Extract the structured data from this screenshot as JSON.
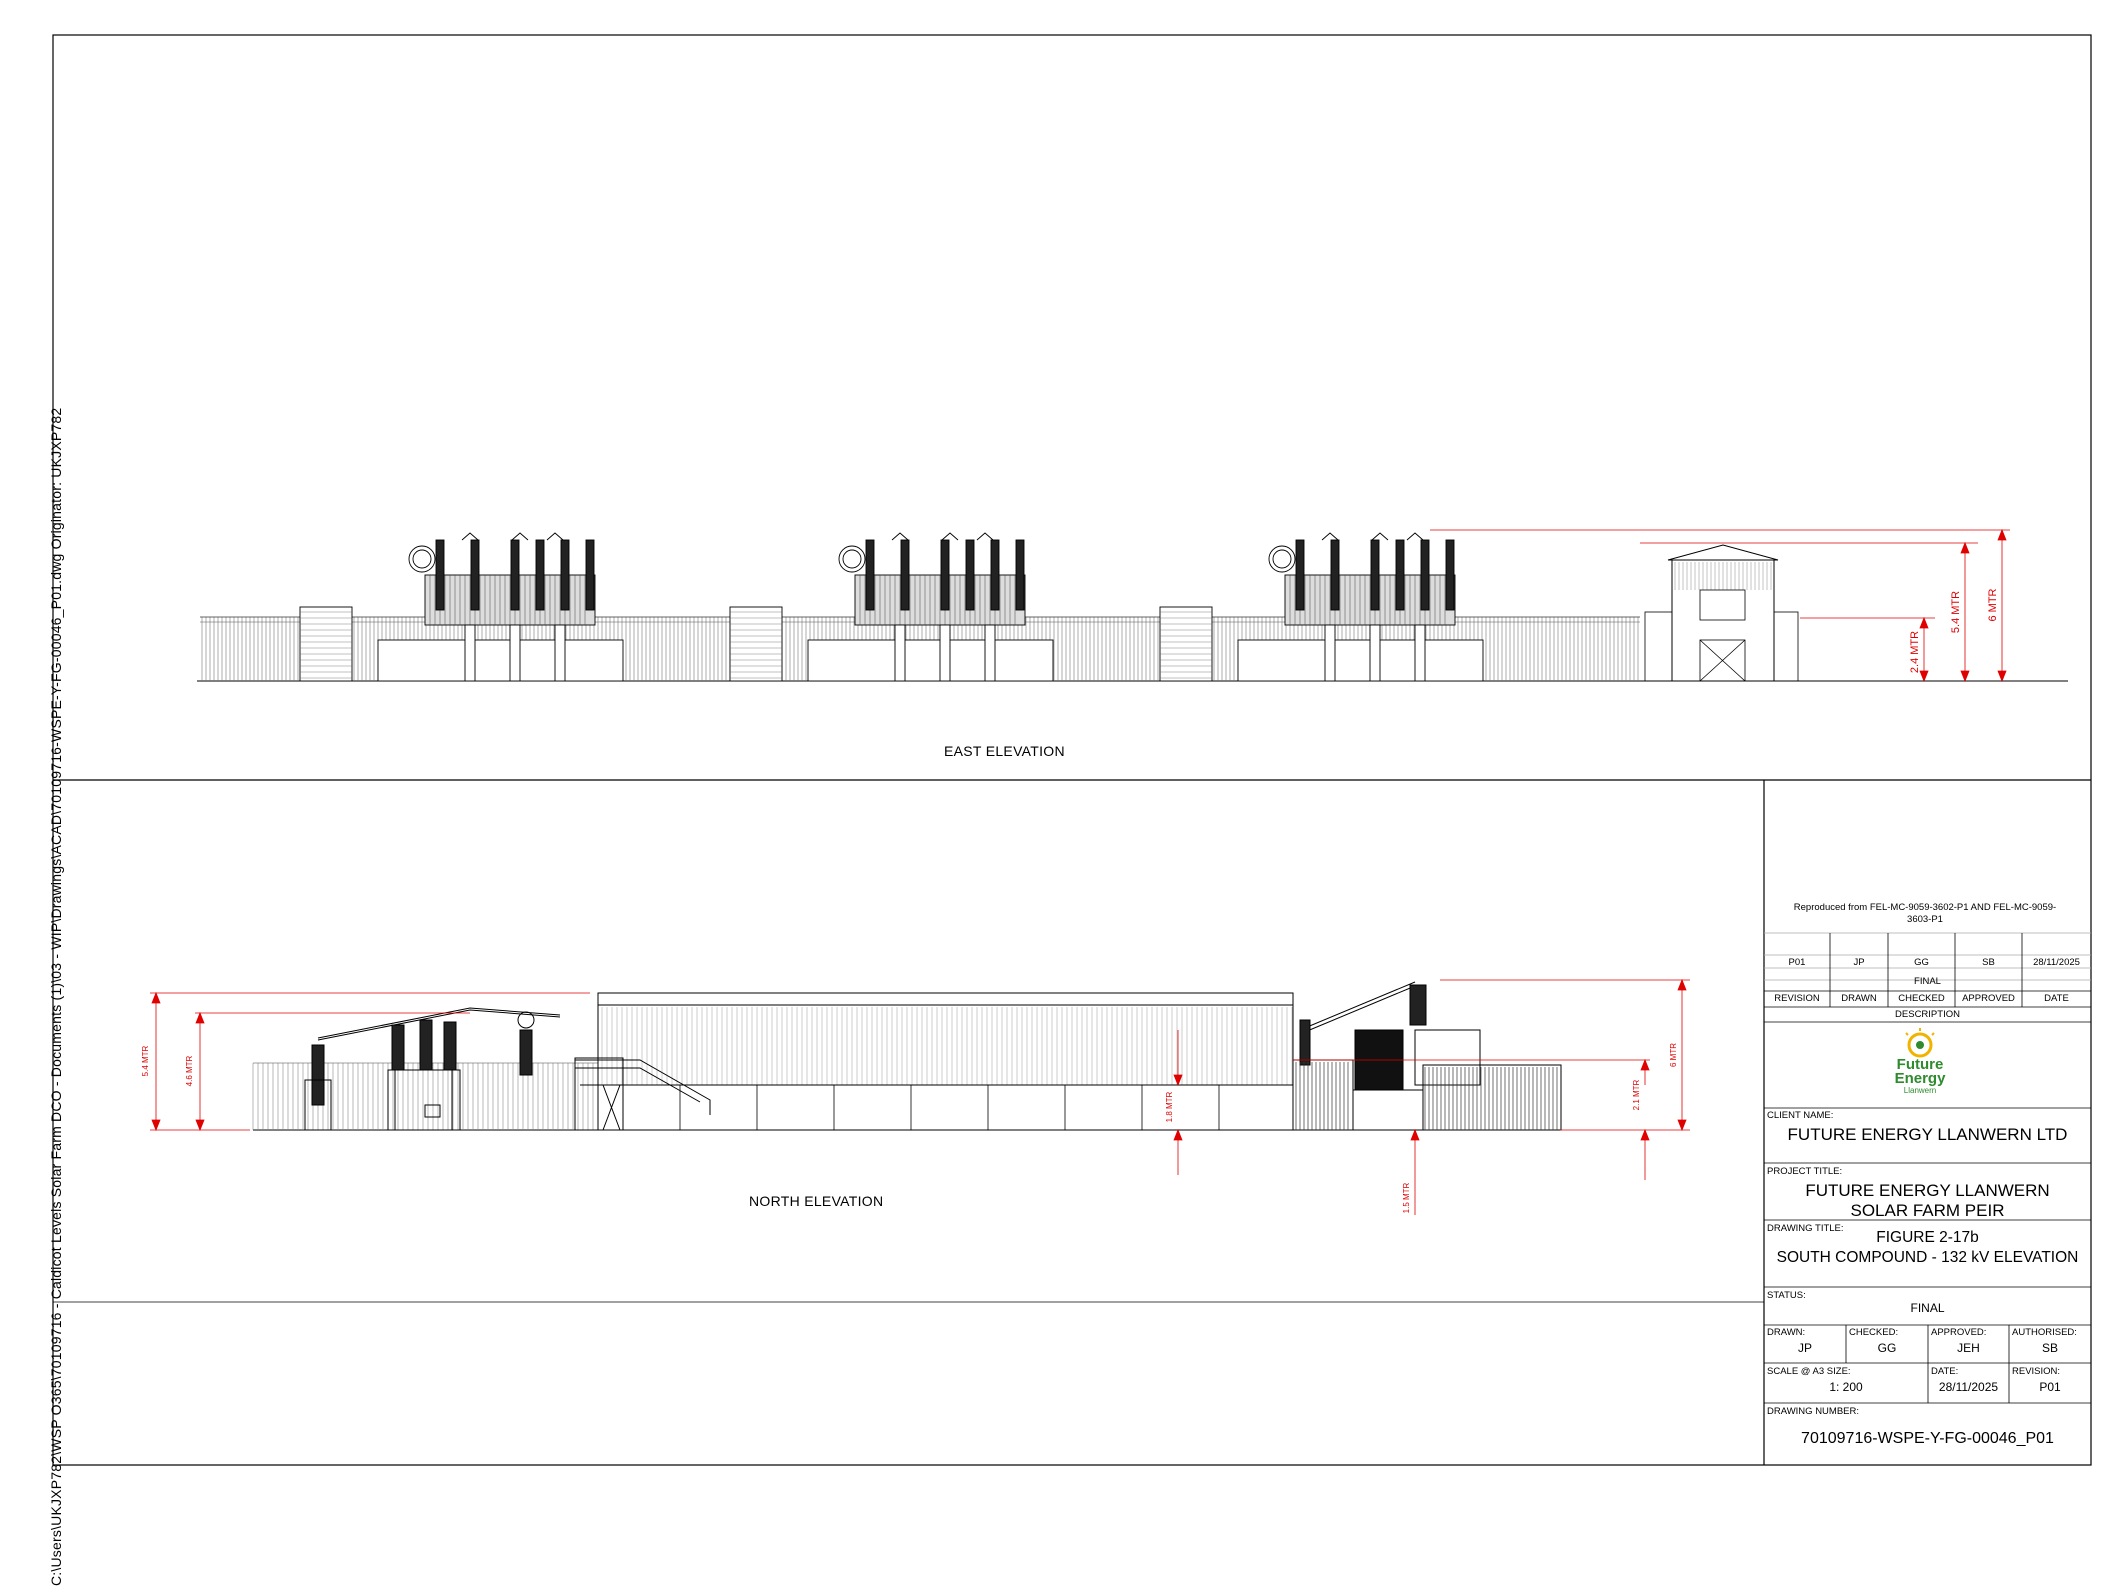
{
  "side_path": "C:\\Users\\UKJXP782\\WSP O365\\70109716 - Caldicot Levels Solar Farm DCO - Documents (1)\\03 - WIP\\Drawings\\ACAD\\70109716-WSPE-Y-FG-00046_P01.dwg     Originator: UKJXP782",
  "east_elevation": {
    "title": "EAST ELEVATION",
    "dims": [
      "2.4 MTR",
      "5.4 MTR",
      "6 MTR"
    ]
  },
  "north_elevation": {
    "title": "NORTH ELEVATION",
    "dims": [
      "5.4 MTR",
      "4.6 MTR",
      "1.8 MTR",
      "1.5 MTR",
      "2.1 MTR",
      "6 MTR"
    ]
  },
  "title_block": {
    "note": "Reproduced from FEL-MC-9059-3602-P1 AND FEL-MC-9059-3603-P1",
    "revision_row": {
      "revision": "P01",
      "drawn": "JP",
      "checked": "GG",
      "approved": "SB",
      "date": "28/11/2025"
    },
    "revision_description": "FINAL",
    "revision_headers": [
      "REVISION",
      "DRAWN",
      "CHECKED",
      "APPROVED",
      "DATE"
    ],
    "description_label": "DESCRIPTION",
    "logo_line1": "Future",
    "logo_line2": "Energy",
    "logo_line3": "Llanwern",
    "client_label": "CLIENT NAME:",
    "client_name": "FUTURE ENERGY LLANWERN LTD",
    "project_label": "PROJECT TITLE:",
    "project_line1": "FUTURE ENERGY LLANWERN",
    "project_line2": "SOLAR FARM PEIR",
    "drawing_title_label": "DRAWING TITLE:",
    "drawing_title_line1": "FIGURE 2-17b",
    "drawing_title_line2": "SOUTH COMPOUND - 132 kV ELEVATION",
    "status_label": "STATUS:",
    "status": "FINAL",
    "drawn_label": "DRAWN:",
    "drawn": "JP",
    "checked_label": "CHECKED:",
    "checked": "GG",
    "approved_label": "APPROVED:",
    "approved": "JEH",
    "authorised_label": "AUTHORISED:",
    "authorised": "SB",
    "scale_label": "SCALE @ A3 SIZE:",
    "scale": "1: 200",
    "date_label": "DATE:",
    "date": "28/11/2025",
    "revision_label": "REVISION:",
    "revision": "P01",
    "drawing_number_label": "DRAWING NUMBER:",
    "drawing_number": "70109716-WSPE-Y-FG-00046_P01"
  },
  "colors": {
    "line": "#000000",
    "dimension": "#e00000",
    "grid": "#888888",
    "logo_green": "#2e8b2e",
    "logo_yellow": "#f0b400"
  }
}
